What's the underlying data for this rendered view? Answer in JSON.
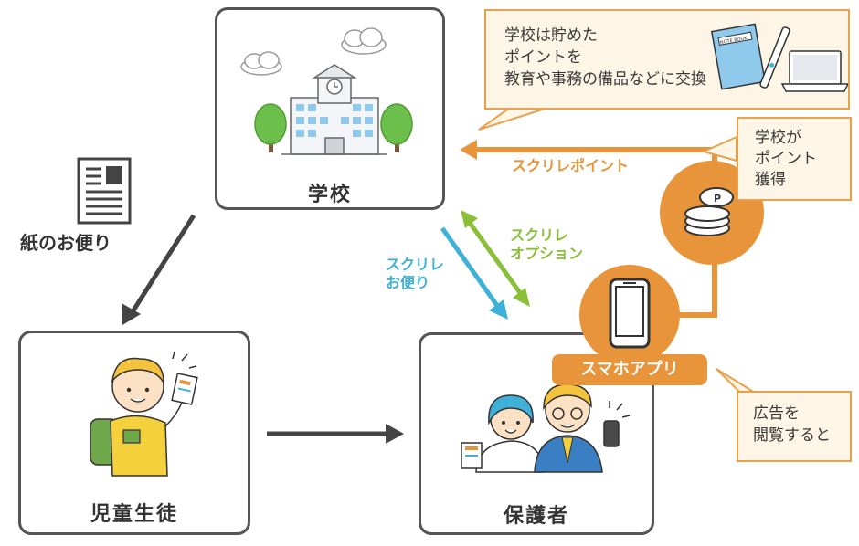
{
  "nodes": {
    "school": "学校",
    "student": "児童生徒",
    "guardian": "保護者"
  },
  "paper_letter_label": "紙のお便り",
  "flows": {
    "sukurire_points": "スクリレポイント",
    "sukurire_letter_line1": "スクリレ",
    "sukurire_letter_line2": "お便り",
    "sukurire_option_line1": "スクリレ",
    "sukurire_option_line2": "オプション"
  },
  "app_label": "スマホアプリ",
  "callouts": {
    "school_exchange": [
      "学校は貯めた",
      "ポイントを",
      "教育や事務の備品などに交換"
    ],
    "school_earns": [
      "学校が",
      "ポイント",
      "獲得"
    ],
    "view_ads": [
      "広告を",
      "閲覧すると"
    ]
  },
  "icon_text": {
    "notebook": "NOTE BOOK"
  },
  "colors": {
    "orange": "#e8943a",
    "blue": "#3fb1d9",
    "green": "#8bbf3a",
    "dark": "#4a4a4a"
  }
}
